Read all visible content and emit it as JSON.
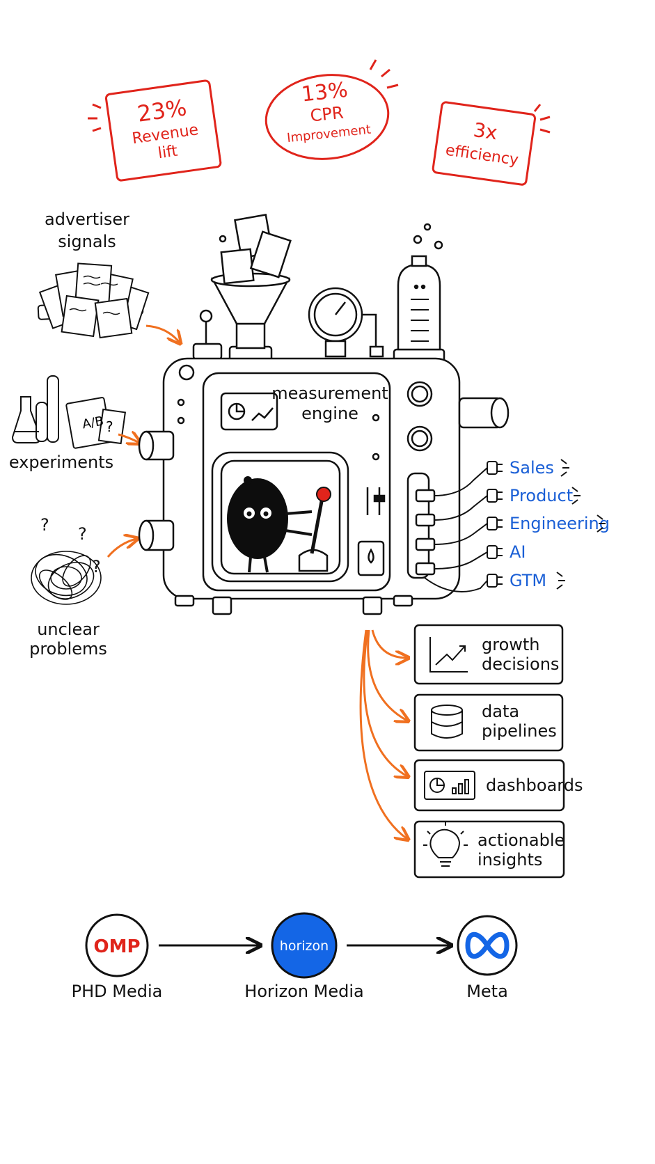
{
  "metrics": [
    {
      "value": "23%",
      "line1": "Revenue",
      "line2": "lift"
    },
    {
      "value": "13%",
      "line1": "CPR",
      "line2": "Improvement"
    },
    {
      "value": "3x",
      "line1": "efficiency",
      "line2": ""
    }
  ],
  "inputs": {
    "signals": [
      "advertiser",
      "signals"
    ],
    "experiments": "experiments",
    "problems": [
      "unclear",
      "problems"
    ],
    "ab_label": "A/B",
    "question_mark": "?"
  },
  "engine": {
    "label": [
      "measurement",
      "engine"
    ]
  },
  "teams": [
    "Sales",
    "Product",
    "Engineering",
    "AI",
    "GTM"
  ],
  "outputs": [
    {
      "icon": "growth-chart-icon",
      "line1": "growth",
      "line2": "decisions"
    },
    {
      "icon": "database-icon",
      "line1": "data",
      "line2": "pipelines"
    },
    {
      "icon": "dashboard-icon",
      "line1": "dashboards",
      "line2": ""
    },
    {
      "icon": "lightbulb-icon",
      "line1": "actionable",
      "line2": "insights"
    }
  ],
  "career": [
    {
      "name": "PHD Media",
      "logo_text": "OMP",
      "color": "#e0241b"
    },
    {
      "name": "Horizon Media",
      "logo_text": "horizon",
      "color": "#1466e6"
    },
    {
      "name": "Meta",
      "logo_text": "",
      "color": "#1466e6"
    }
  ],
  "colors": {
    "accent_red": "#e0241b",
    "accent_blue": "#1a5fd6",
    "arrow_orange": "#f07020",
    "ink": "#111111"
  }
}
